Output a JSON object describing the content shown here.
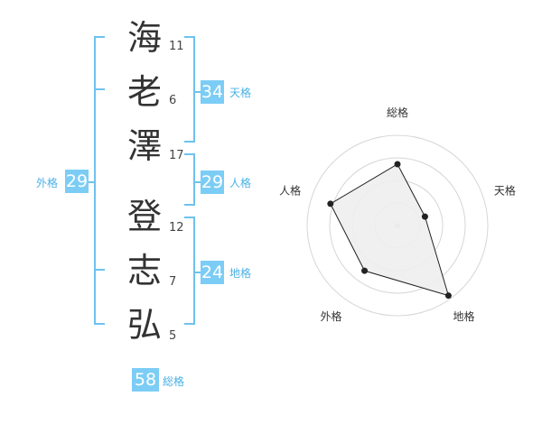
{
  "name": {
    "chars": [
      {
        "char": "海",
        "strokes": "11"
      },
      {
        "char": "老",
        "strokes": "6"
      },
      {
        "char": "澤",
        "strokes": "17"
      },
      {
        "char": "登",
        "strokes": "12"
      },
      {
        "char": "志",
        "strokes": "7"
      },
      {
        "char": "弘",
        "strokes": "5"
      }
    ]
  },
  "fortunes": {
    "tenkaku": {
      "value": "34",
      "label": "天格"
    },
    "jinkaku": {
      "value": "29",
      "label": "人格"
    },
    "chikaku": {
      "value": "24",
      "label": "地格"
    },
    "gaikaku": {
      "value": "29",
      "label": "外格"
    },
    "soukaku": {
      "value": "58",
      "label": "総格"
    }
  },
  "chart_data": {
    "type": "radar",
    "axes": [
      "総格",
      "天格",
      "地格",
      "外格",
      "人格"
    ],
    "values": [
      0.68,
      0.32,
      0.96,
      0.62,
      0.78
    ],
    "max": 1,
    "rings": 4,
    "colors": {
      "fill": "#eeeeee",
      "stroke": "#222222",
      "ring": "#d6d6d6"
    }
  }
}
